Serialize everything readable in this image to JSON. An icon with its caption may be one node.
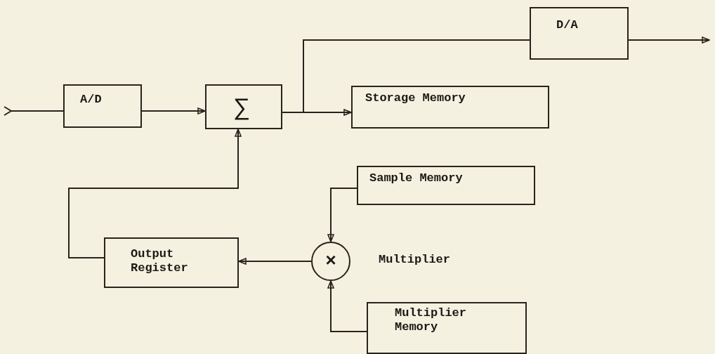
{
  "diagram": {
    "nodes": [
      {
        "text": [
          "A/D"
        ]
      },
      {
        "text": [
          "∑"
        ]
      },
      {
        "text": [
          "D/A"
        ]
      },
      {
        "text": [
          "Storage Memory"
        ]
      },
      {
        "text": [
          "Sample Memory"
        ]
      },
      {
        "text": [
          "Output Register"
        ]
      },
      {
        "text": [
          "×"
        ],
        "beside": [
          "Multiplier"
        ]
      },
      {
        "text": [
          "Multiplier Memory"
        ]
      }
    ],
    "edges": [
      {
        "from": null,
        "to": 0,
        "arrow": "other"
      },
      {
        "from": 0,
        "to": 1,
        "arrow": "to"
      },
      {
        "from": 1,
        "to": 3,
        "arrow": "to"
      },
      {
        "from": 1,
        "to": 2,
        "arrow": "none"
      },
      {
        "from": 2,
        "to": null,
        "arrow": "to"
      },
      {
        "from": 4,
        "to": 6,
        "arrow": "to"
      },
      {
        "from": 7,
        "to": 6,
        "arrow": "to"
      },
      {
        "from": 6,
        "to": 5,
        "arrow": "to"
      },
      {
        "from": 5,
        "to": 1,
        "arrow": "to"
      }
    ]
  }
}
